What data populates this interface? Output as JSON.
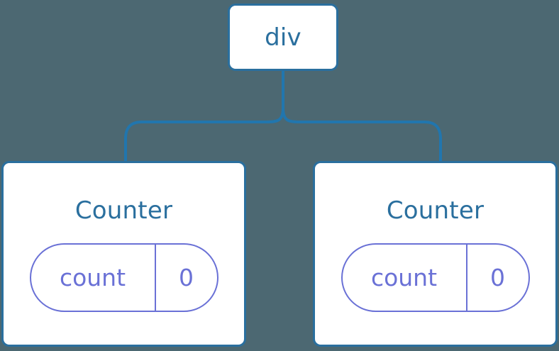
{
  "diagram": {
    "type": "component-tree",
    "background_color": "#4c6872",
    "node_border_color": "#2a6f9e",
    "node_text_color": "#2a6f9e",
    "connector_color": "#2176ae",
    "state_color": "#6a71d6",
    "root": {
      "label": "div"
    },
    "children": [
      {
        "title": "Counter",
        "state": {
          "key": "count",
          "value": "0"
        }
      },
      {
        "title": "Counter",
        "state": {
          "key": "count",
          "value": "0"
        }
      }
    ],
    "edges": [
      {
        "from": "div",
        "to": "Counter (left)"
      },
      {
        "from": "div",
        "to": "Counter (right)"
      }
    ]
  }
}
